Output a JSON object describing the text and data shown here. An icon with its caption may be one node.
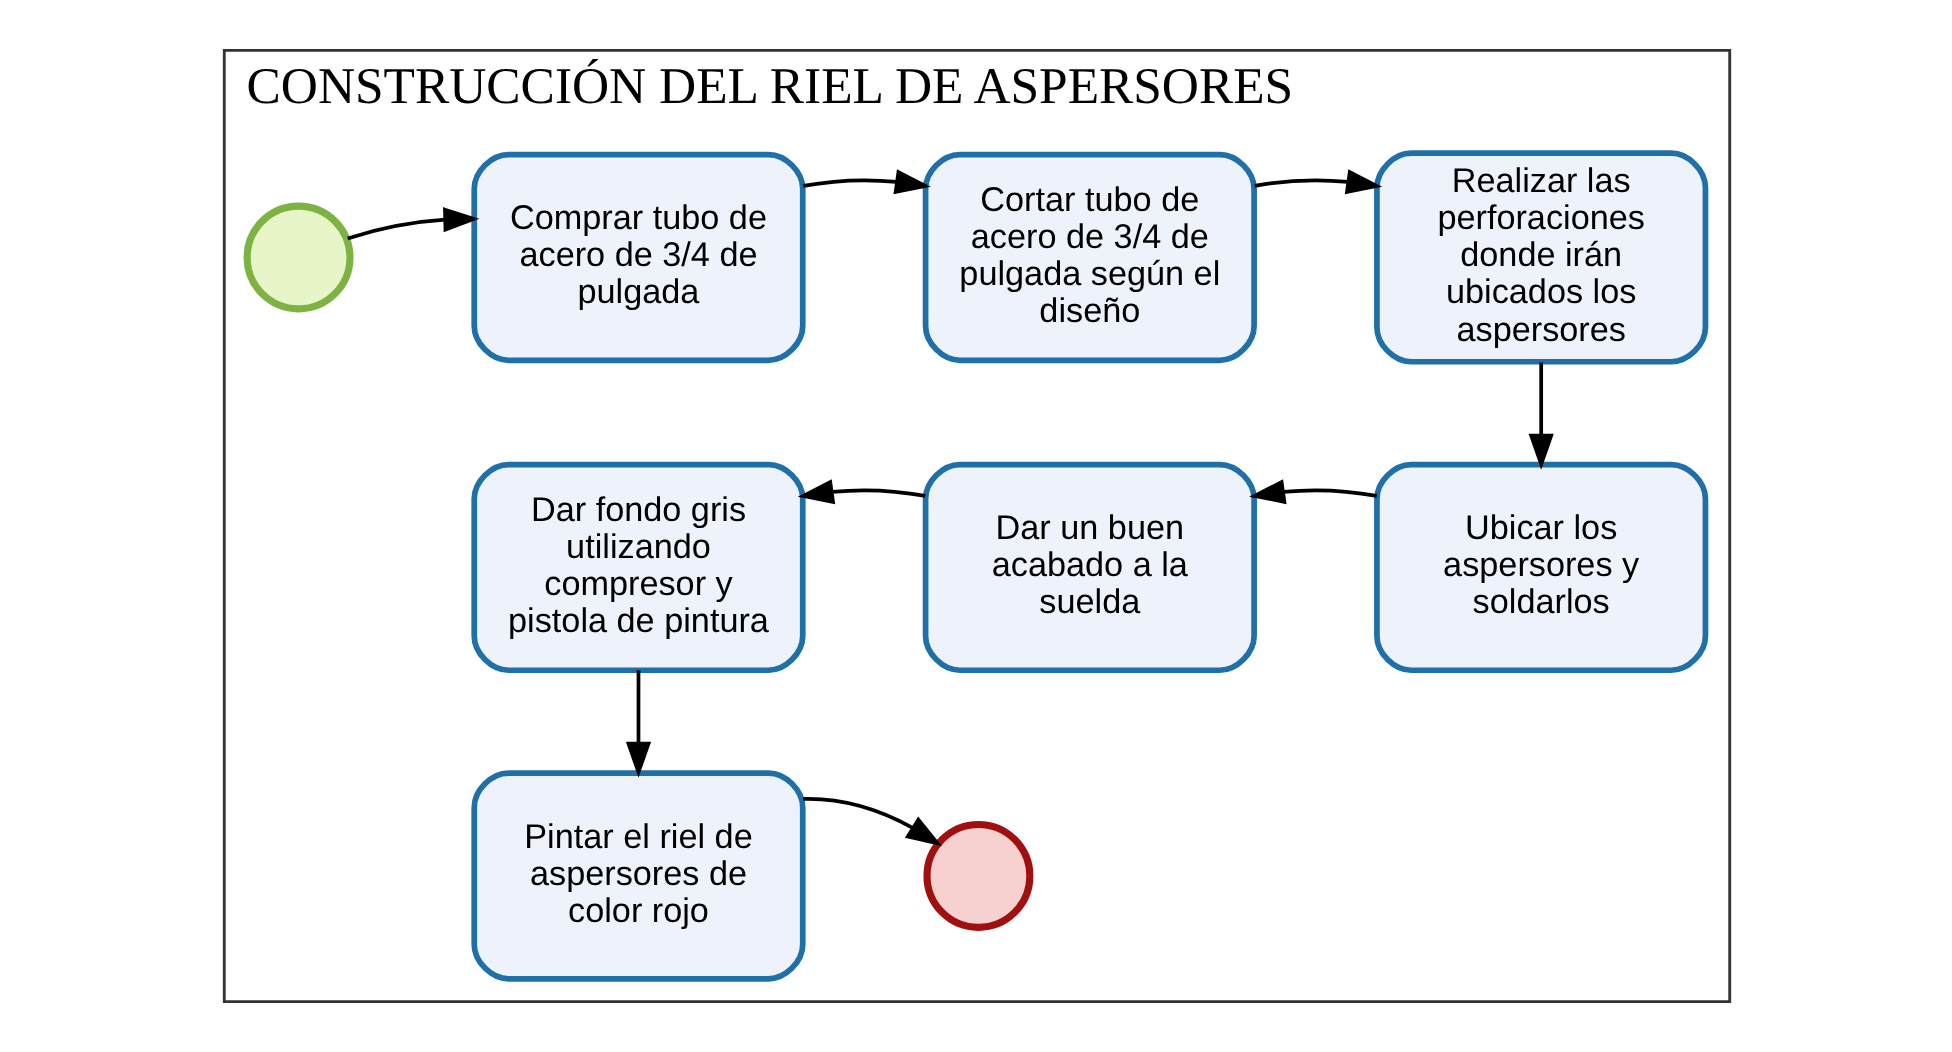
{
  "diagram": {
    "nodes": [
      {
        "text": [
          "CONSTRUCCIÓN DEL RIEL DE ASPERSORES"
        ]
      },
      {
        "text": [],
        "shape": "circle",
        "in": 0
      },
      {
        "text": [
          "Comprar tubo de acero de 3/4 de pulgada"
        ],
        "in": 0
      },
      {
        "text": [
          "Cortar tubo de acero de 3/4 de pulgada según el diseño"
        ],
        "in": 0
      },
      {
        "text": [
          "Realizar las perforaciones donde irán ubicados los aspersores"
        ],
        "in": 0
      },
      {
        "text": [
          "Ubicar los aspersores y soldarlos"
        ],
        "in": 0
      },
      {
        "text": [
          "Dar un buen acabado a la suelda"
        ],
        "in": 0
      },
      {
        "text": [
          "Dar fondo gris utilizando compresor y pistola de pintura"
        ],
        "in": 0
      },
      {
        "text": [
          "Pintar el riel de aspersores de color rojo"
        ],
        "in": 0
      },
      {
        "text": [],
        "shape": "circle",
        "in": 0
      }
    ],
    "edges": [
      {
        "from": 1,
        "to": 2,
        "arrow": "to"
      },
      {
        "from": 2,
        "to": 3,
        "arrow": "to"
      },
      {
        "from": 3,
        "to": 4,
        "arrow": "to"
      },
      {
        "from": 4,
        "to": 5,
        "arrow": "to"
      },
      {
        "from": 5,
        "to": 6,
        "arrow": "to"
      },
      {
        "from": 6,
        "to": 7,
        "arrow": "to"
      },
      {
        "from": 7,
        "to": 8,
        "arrow": "to"
      },
      {
        "from": 8,
        "to": 9,
        "arrow": "to"
      }
    ]
  }
}
